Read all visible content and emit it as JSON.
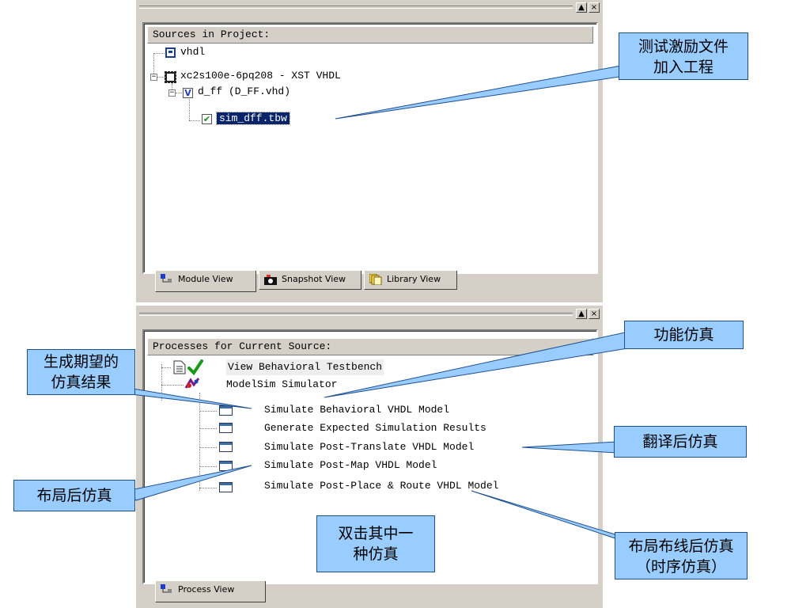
{
  "sources_panel": {
    "header": "Sources in Project:",
    "tree": [
      {
        "label": "vhdl",
        "icon": "project-icon"
      },
      {
        "label": "xc2s100e-6pq208 - XST VHDL",
        "icon": "chip-icon"
      },
      {
        "label": "d_ff (D_FF.vhd)",
        "icon": "vhdl-file-icon"
      },
      {
        "label": "sim_dff.tbw",
        "icon": "testbench-icon",
        "selected": true
      }
    ],
    "tabs": [
      {
        "label": "Module View",
        "icon": "module-view-icon"
      },
      {
        "label": "Snapshot View",
        "icon": "snapshot-icon"
      },
      {
        "label": "Library View",
        "icon": "library-icon"
      }
    ]
  },
  "processes_panel": {
    "header": "Processes for Current Source:",
    "items": [
      {
        "label": "View Behavioral Testbench",
        "icon": "check-doc-icon"
      },
      {
        "label": "ModelSim Simulator",
        "icon": "simulator-icon"
      },
      {
        "label": "Simulate Behavioral VHDL Model",
        "icon": "process-icon"
      },
      {
        "label": "Generate Expected Simulation Results",
        "icon": "process-icon"
      },
      {
        "label": "Simulate Post-Translate VHDL Model",
        "icon": "process-icon"
      },
      {
        "label": "Simulate Post-Map VHDL Model",
        "icon": "process-icon"
      },
      {
        "label": "Simulate Post-Place & Route VHDL Model",
        "icon": "process-icon"
      }
    ],
    "tabs": [
      {
        "label": "Process View",
        "icon": "process-view-icon"
      }
    ]
  },
  "window_buttons": {
    "restore": "▲",
    "close": "×"
  },
  "callouts": {
    "add_testbench": "测试激励文件加入工程",
    "functional_sim": "功能仿真",
    "expected_results": "生成期望的仿真结果",
    "post_translate": "翻译后仿真",
    "post_map": "布局后仿真",
    "double_click": "双击其中一种仿真",
    "post_par": "布局布线后仿真（时序仿真）"
  },
  "colors": {
    "callout_fill": "#99ccff",
    "selection": "#0a246a",
    "panel": "#d4d0c8"
  }
}
